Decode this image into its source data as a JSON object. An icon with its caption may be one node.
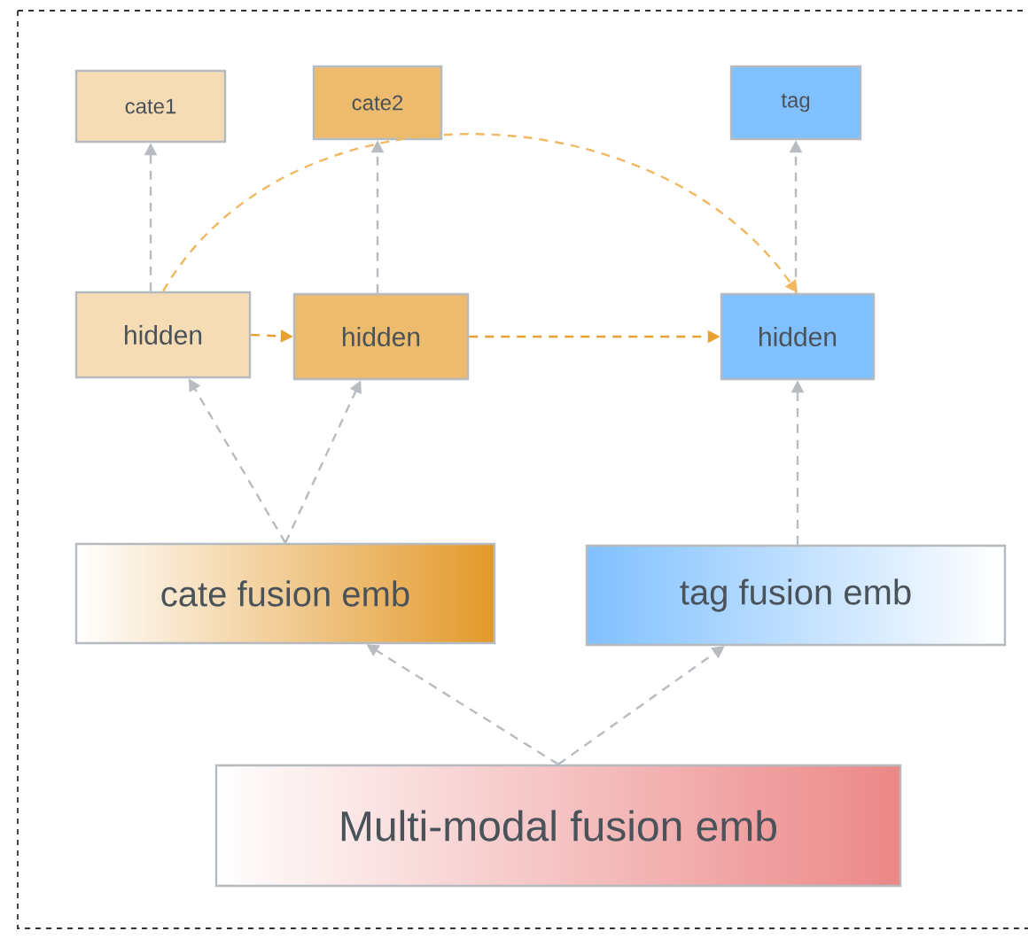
{
  "diagram": {
    "nodes": [
      {
        "text": [
          "cate1"
        ]
      },
      {
        "text": [
          "cate2"
        ]
      },
      {
        "text": [
          "tag"
        ]
      },
      {
        "text": [
          "hidden"
        ]
      },
      {
        "text": [
          "hidden"
        ]
      },
      {
        "text": [
          "hidden"
        ]
      },
      {
        "text": [
          "cate fusion emb"
        ]
      },
      {
        "text": [
          "tag fusion emb"
        ]
      },
      {
        "text": [
          "Multi-modal fusion emb"
        ]
      }
    ],
    "edges": [
      {
        "from": 3,
        "to": 0,
        "arrow": "to"
      },
      {
        "from": 4,
        "to": 1,
        "arrow": "to"
      },
      {
        "from": 5,
        "to": 2,
        "arrow": "to"
      },
      {
        "from": 3,
        "to": 4,
        "arrow": "to",
        "color": "#e8a030"
      },
      {
        "from": 4,
        "to": 5,
        "arrow": "to",
        "color": "#e8a030"
      },
      {
        "from": 3,
        "to": 5,
        "arrow": "to",
        "color": "#f0b860"
      },
      {
        "from": 6,
        "to": 3,
        "arrow": "to"
      },
      {
        "from": 6,
        "to": 4,
        "arrow": "to"
      },
      {
        "from": 7,
        "to": 5,
        "arrow": "to"
      },
      {
        "from": 8,
        "to": 6,
        "arrow": "to"
      },
      {
        "from": 8,
        "to": 7,
        "arrow": "to"
      }
    ]
  }
}
